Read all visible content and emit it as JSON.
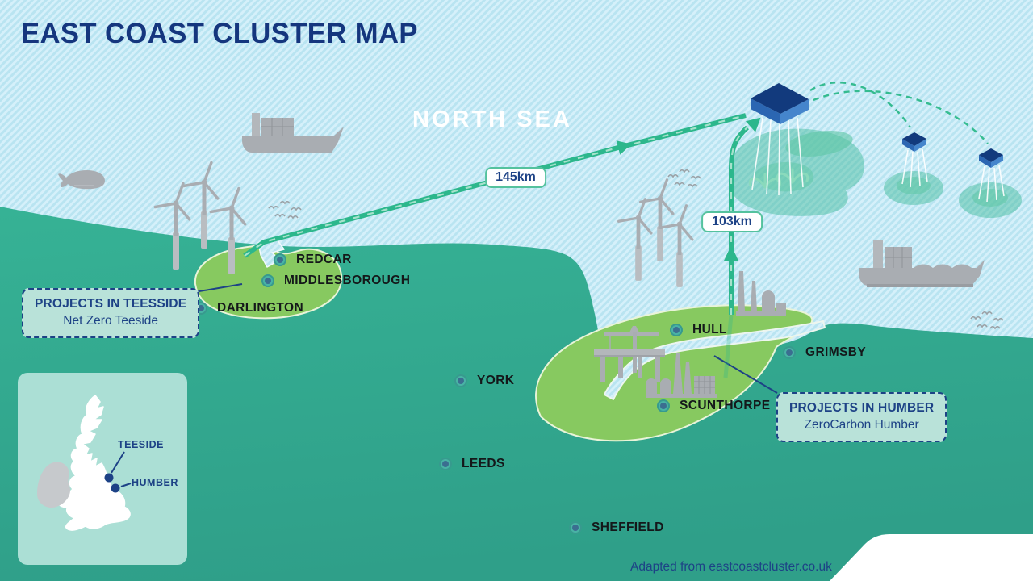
{
  "title": "EAST COAST CLUSTER MAP",
  "sea_label": "NORTH SEA",
  "distances": [
    {
      "label": "145km"
    },
    {
      "label": "103km"
    }
  ],
  "cities": [
    {
      "label": "REDCAR"
    },
    {
      "label": "MIDDLESBOROUGH"
    },
    {
      "label": "DARLINGTON"
    },
    {
      "label": "HULL"
    },
    {
      "label": "GRIMSBY"
    },
    {
      "label": "YORK"
    },
    {
      "label": "SCUNTHORPE"
    },
    {
      "label": "LEEDS"
    },
    {
      "label": "SHEFFIELD"
    }
  ],
  "boxes": {
    "teesside": {
      "heading": "PROJECTS IN TEESSIDE",
      "subheading": "Net Zero Teeside"
    },
    "humber": {
      "heading": "PROJECTS IN HUMBER",
      "subheading": "ZeroCarbon Humber"
    }
  },
  "inset": {
    "labels": [
      {
        "label": "TEESIDE"
      },
      {
        "label": "HUMBER"
      }
    ]
  },
  "attribution": "Adapted from eastcoastcluster.co.uk",
  "colors": {
    "sea_base": "#b9e4f1",
    "sea_stripe": "#d2eef9",
    "land_teal": "#33ae91",
    "cluster_green": "#87c960",
    "arrow_green": "#2cb78c",
    "navy": "#15367e",
    "icon_grey": "#a9adb2",
    "panel_teal": "#abdfd5",
    "box_teal": "#b9e2d9",
    "platform_navy": "#123a7d",
    "platform_blue": "#4585cc"
  },
  "icons": [
    "cargo-ship-icon",
    "whale-icon",
    "wind-turbine-icon",
    "birds-icon",
    "co2-platform-icon",
    "subsea-storage-icon",
    "factory-icon",
    "crane-icon",
    "jetty-icon",
    "uk-outline-icon"
  ]
}
